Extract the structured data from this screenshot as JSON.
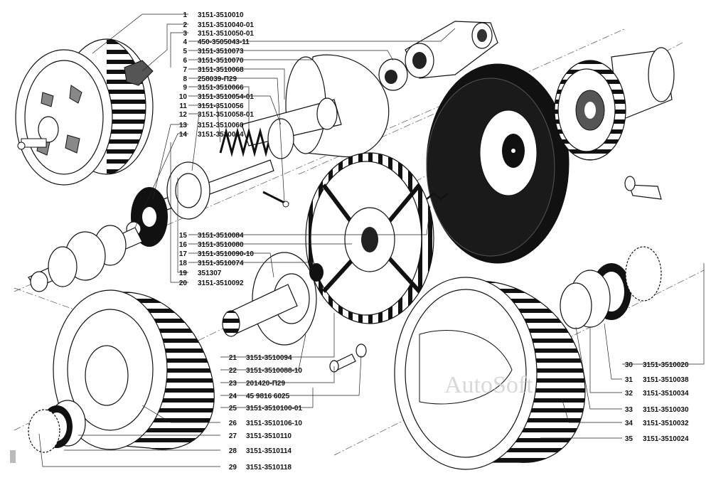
{
  "watermark": "AutoSoft",
  "callouts": [
    {
      "num": "1",
      "code": "3151-3510010"
    },
    {
      "num": "2",
      "code": "3151-3510040-01"
    },
    {
      "num": "3",
      "code": "3151-3510050-01"
    },
    {
      "num": "4",
      "code": "450-3505043-11"
    },
    {
      "num": "5",
      "code": "3151-3510073"
    },
    {
      "num": "6",
      "code": "3151-3510070"
    },
    {
      "num": "7",
      "code": "3151-3510068"
    },
    {
      "num": "8",
      "code": "258039-П29"
    },
    {
      "num": "9",
      "code": "3151-3510066"
    },
    {
      "num": "10",
      "code": "3151-3510054-01"
    },
    {
      "num": "11",
      "code": "3151-3510056"
    },
    {
      "num": "12",
      "code": "3151-3510058-01"
    },
    {
      "num": "13",
      "code": "3151-3510060"
    },
    {
      "num": "14",
      "code": "3151-3510064"
    },
    {
      "num": "15",
      "code": "3151-3510084"
    },
    {
      "num": "16",
      "code": "3151-3510080"
    },
    {
      "num": "17",
      "code": "3151-3510090-10"
    },
    {
      "num": "18",
      "code": "3151-3510074"
    },
    {
      "num": "19",
      "code": "351307"
    },
    {
      "num": "20",
      "code": "3151-3510092"
    },
    {
      "num": "21",
      "code": "3151-3510094"
    },
    {
      "num": "22",
      "code": "3151-3510088-10"
    },
    {
      "num": "23",
      "code": "201420-П29"
    },
    {
      "num": "24",
      "code": "45 9816 6025"
    },
    {
      "num": "25",
      "code": "3151-3510100-01"
    },
    {
      "num": "26",
      "code": "3151-3510106-10"
    },
    {
      "num": "27",
      "code": "3151-3510110"
    },
    {
      "num": "28",
      "code": "3151-3510114"
    },
    {
      "num": "29",
      "code": "3151-3510118"
    },
    {
      "num": "30",
      "code": "3151-3510020"
    },
    {
      "num": "31",
      "code": "3151-3510038"
    },
    {
      "num": "32",
      "code": "3151-3510034"
    },
    {
      "num": "33",
      "code": "3151-3510030"
    },
    {
      "num": "34",
      "code": "3151-3510032"
    },
    {
      "num": "35",
      "code": "3151-3510024"
    }
  ]
}
